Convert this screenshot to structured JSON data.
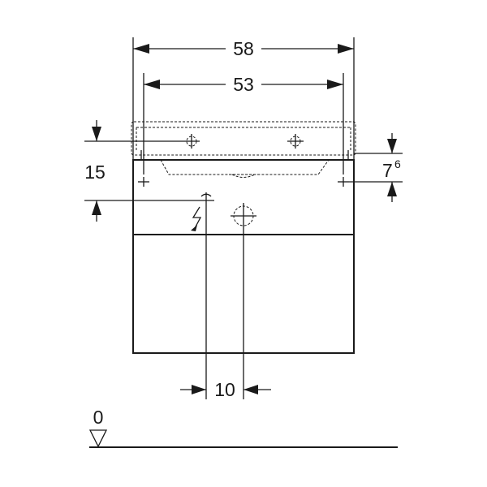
{
  "dimensions": {
    "overall_width": "58",
    "inner_width": "53",
    "drain_offset": "10",
    "height_left": "15",
    "height_right_main": "7",
    "height_right_sup": "6",
    "floor_level": "0"
  },
  "icons": {
    "electrical": "lightning-bolt-icon",
    "floor": "floor-level-triangle-icon"
  }
}
